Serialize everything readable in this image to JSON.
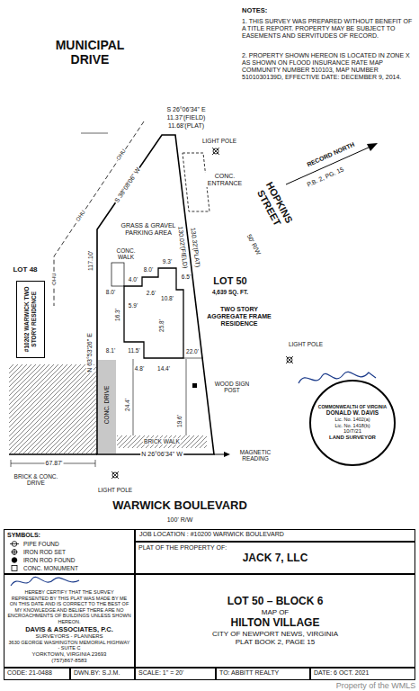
{
  "diagram": {
    "nodes": [
      {
        "text": [
          "#10202 WARWICK TWO STORY RESIDENCE"
        ]
      },
      {
        "text": [
          "COMMONWEALTH OF VIRGINIA",
          "DONALD W. DAVIS",
          "Lic. No. 1402(a)",
          "Lic. No. 1418(b)",
          "10/7/21",
          "LAND SURVEYOR"
        ]
      },
      {
        "text": [
          "SYMBOLS:"
        ]
      },
      {
        "text": [
          "JOB LOCATION : #10200 WARWICK BOULEVARD"
        ]
      },
      {
        "text": [
          "PLAT OF THE PROPERTY OF:",
          "JACK 7, LLC"
        ]
      },
      {
        "text": [
          "HEREBY CERTIFY THAT THE SURVEY REPRESENTED BY THIS PLAT WAS MADE BY ME ON THIS DATE AND IS CORRECT TO THE BEST OF MY KNOWLEDGE AND BELIEF THERE ARE NO ENCROACHMENTS OF BUILDINGS UNLESS SHOWN HEREON.",
          "DAVIS & ASSOCIATES, P.C.",
          "SURVEYORS - PLANNERS",
          "3630 GEORGE WASHINGTON MEMORIAL HIGHWAY - SUITE C",
          "YORKTOWN, VIRGINIA 23693",
          "(757)867-8583"
        ]
      },
      {
        "text": [
          "LOT 50 – BLOCK 6",
          "MAP OF",
          "HILTON VILLAGE",
          "CITY OF NEWPORT NEWS, VIRGINIA",
          "PLAT BOOK 2, PAGE 15"
        ]
      },
      {
        "text": [
          "CODE: 21-0488"
        ]
      },
      {
        "text": [
          "DWN.BY: S.J.M."
        ]
      },
      {
        "text": [
          "SCALE: 1\" = 20'"
        ]
      },
      {
        "text": [
          "TO: ABBITT REALTY"
        ]
      },
      {
        "text": [
          "DATE: 6 OCT. 2021"
        ]
      }
    ],
    "labels": [
      "NOTES:",
      "1. THIS SURVEY WAS PREPARED WITHOUT BENEFIT OF A TITLE REPORT. PROPERTY MAY BE SUBJECT TO EASEMENTS AND SERVITUDES OF RECORD.",
      "2. PROPERTY SHOWN HEREON IS LOCATED IN ZONE X AS SHOWN ON FLOOD INSURANCE RATE MAP COMMUNITY NUMBER 510103, MAP NUMBER 5101030139D, EFFECTIVE DATE: DECEMBER 9, 2014.",
      "MUNICIPAL DRIVE",
      "S 26°06'34\" E",
      "11.37'(FIELD)",
      "11.68'(PLAT)",
      "LIGHT POLE",
      "OHU",
      "OHU",
      "OHU",
      "CONC. ENTRANCE",
      "S 38°08'06\" W",
      "RECORD NORTH",
      "P.B. 2, PG. 15",
      "HOPKINS STREET",
      "50' R/W",
      "GRASS & GRAVEL PARKING AREA",
      "117.10'",
      "CONC. WALK",
      "LOT 48",
      "N 63°53'26\" E",
      "130.02'(FIELD)",
      "130.32'(PLAT)",
      "LOT 50",
      "4,639 SQ. FT.",
      "TWO STORY AGGREGATE FRAME RESIDENCE",
      "9.3'",
      "6.5'",
      "10.8'",
      "2.6'",
      "8.0'",
      "4.0'",
      "8.0'",
      "5.9'",
      "16.3'",
      "25.8'",
      "8.1'",
      "11.5'",
      "4.8'",
      "14.4'",
      "22.0'",
      "WOOD SIGN POST",
      "LIGHT POLE",
      "CONC. DRIVE",
      "24.4'",
      "19.6'",
      "BRICK WALK",
      "N 26°06'34\" W",
      "MAGNETIC READING",
      "67.87'",
      "LIGHT POLE",
      "BRICK & CONC. DRIVE",
      "WARWICK BOULEVARD",
      "100' R/W",
      "Property of the WMLS"
    ],
    "legend": [
      {
        "text": "PIPE FOUND"
      },
      {
        "text": "IRON ROD SET"
      },
      {
        "text": "IRON ROD FOUND"
      },
      {
        "text": "CONC. MONUMENT"
      }
    ]
  }
}
